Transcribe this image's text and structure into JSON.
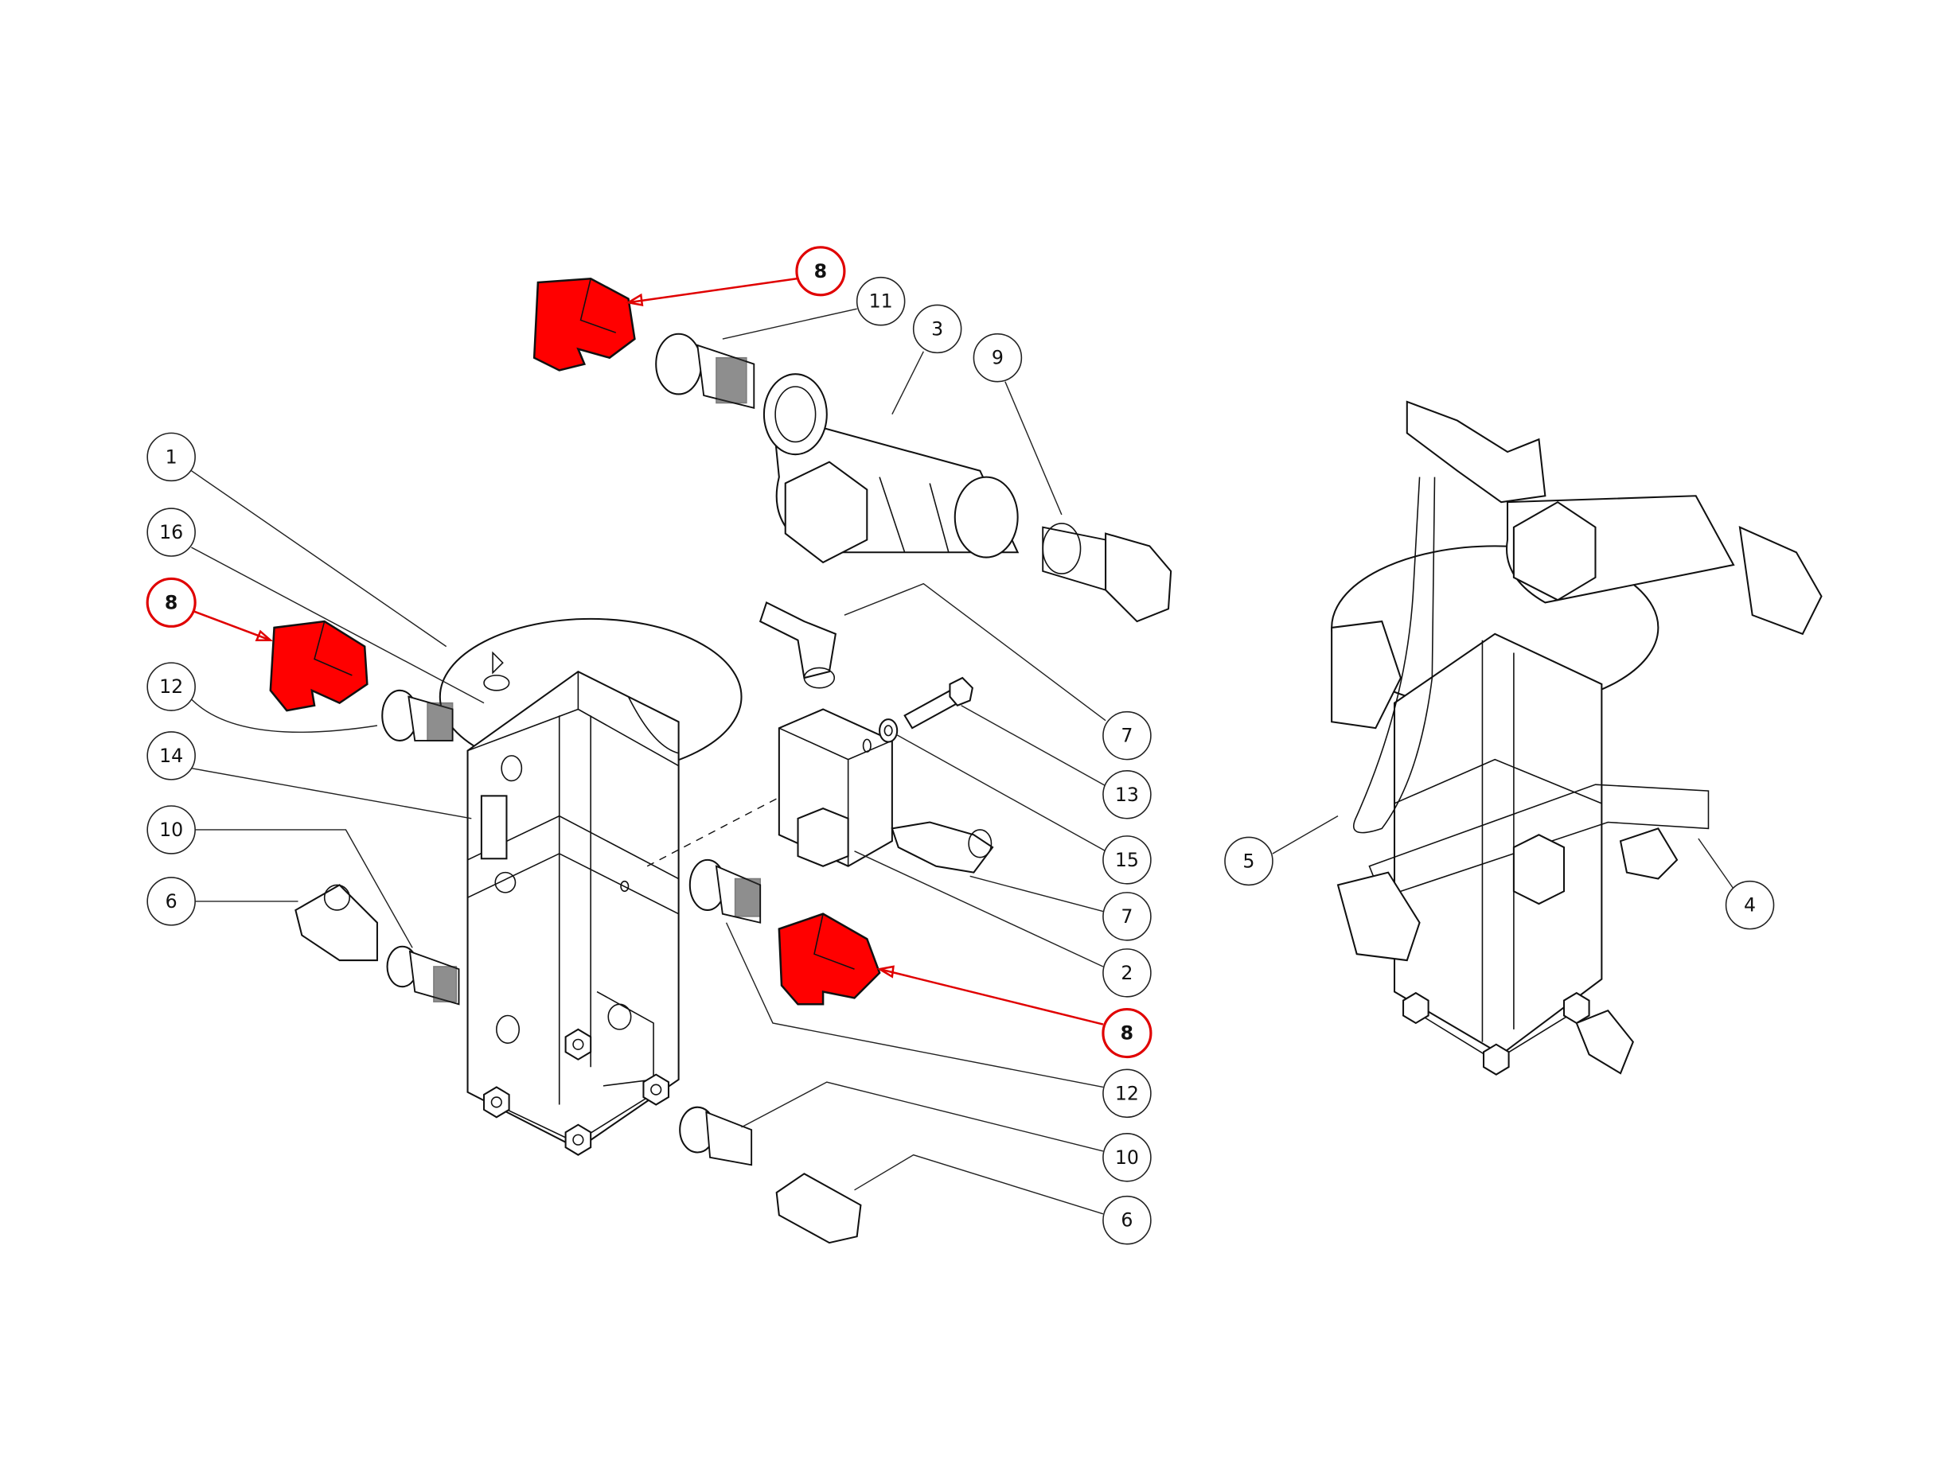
{
  "diagram": {
    "type": "exploded-parts-assembly",
    "highlight_color": "#ff0000",
    "callouts": [
      {
        "id": "c-top-8",
        "number": "8",
        "highlighted": true
      },
      {
        "id": "c-11",
        "number": "11",
        "highlighted": false
      },
      {
        "id": "c-3",
        "number": "3",
        "highlighted": false
      },
      {
        "id": "c-9",
        "number": "9",
        "highlighted": false
      },
      {
        "id": "c-1",
        "number": "1",
        "highlighted": false
      },
      {
        "id": "c-16",
        "number": "16",
        "highlighted": false
      },
      {
        "id": "c-left-8",
        "number": "8",
        "highlighted": true
      },
      {
        "id": "c-left-12",
        "number": "12",
        "highlighted": false
      },
      {
        "id": "c-14",
        "number": "14",
        "highlighted": false
      },
      {
        "id": "c-left-10",
        "number": "10",
        "highlighted": false
      },
      {
        "id": "c-left-6",
        "number": "6",
        "highlighted": false
      },
      {
        "id": "c-upper-7",
        "number": "7",
        "highlighted": false
      },
      {
        "id": "c-13",
        "number": "13",
        "highlighted": false
      },
      {
        "id": "c-15",
        "number": "15",
        "highlighted": false
      },
      {
        "id": "c-lower-7",
        "number": "7",
        "highlighted": false
      },
      {
        "id": "c-2",
        "number": "2",
        "highlighted": false
      },
      {
        "id": "c-right-8",
        "number": "8",
        "highlighted": true
      },
      {
        "id": "c-right-12",
        "number": "12",
        "highlighted": false
      },
      {
        "id": "c-right-10",
        "number": "10",
        "highlighted": false
      },
      {
        "id": "c-right-6",
        "number": "6",
        "highlighted": false
      },
      {
        "id": "c-5",
        "number": "5",
        "highlighted": false
      },
      {
        "id": "c-4",
        "number": "4",
        "highlighted": false
      }
    ]
  }
}
